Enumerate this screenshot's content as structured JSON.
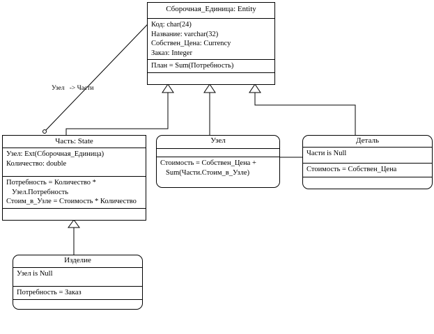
{
  "entity": {
    "title": "Сборочная_Единица: Entity",
    "attributes": [
      "Код: char(24)",
      "Название: varchar(32)",
      "Собствен_Цена: Currency",
      "Заказ: Integer"
    ],
    "plan": "План = Sum(Потребность)"
  },
  "part": {
    "title": "Часть: State",
    "attributes": [
      "Узел: Ext(Сборочная_Единица)",
      "Количество: double"
    ],
    "derived": [
      "Потребность = Количество *",
      "Узел.Потребность",
      "Стоим_в_Узле = Стоимость * Количество"
    ]
  },
  "node": {
    "title": "Узел",
    "derived": [
      "Стоимость = Собствен_Цена +",
      "Sum(Части.Стоим_в_Узле)"
    ]
  },
  "detail": {
    "title": "Деталь",
    "condition": "Части is Null",
    "derived": "Стоимость = Собствен_Цена"
  },
  "product": {
    "title": "Изделие",
    "condition": "Узел is Null",
    "derived": "Потребность = Заказ"
  },
  "association": {
    "label_left": "Узел",
    "label_right": "-> Части"
  }
}
